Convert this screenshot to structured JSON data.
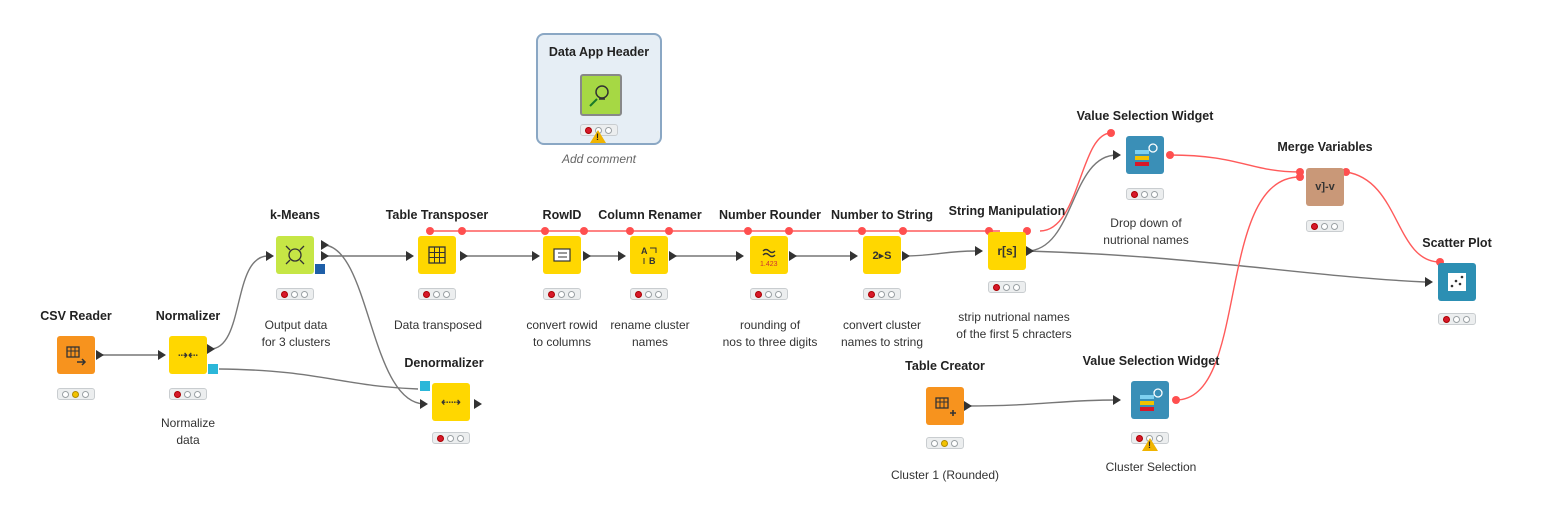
{
  "header_node": {
    "title": "Data App Header",
    "comment": "Add comment"
  },
  "nodes": {
    "csv_reader": {
      "title": "CSV Reader",
      "label": ""
    },
    "normalizer": {
      "title": "Normalizer",
      "label_line1": "Normalize",
      "label_line2": "data"
    },
    "kmeans": {
      "title": "k-Means",
      "label_line1": "Output data",
      "label_line2": "for 3 clusters"
    },
    "denormalizer": {
      "title": "Denormalizer",
      "label": ""
    },
    "table_transposer": {
      "title": "Table Transposer",
      "label_line1": "Data transposed"
    },
    "rowid": {
      "title": "RowID",
      "label_line1": "convert rowid",
      "label_line2": "to columns"
    },
    "column_renamer": {
      "title": "Column Renamer",
      "label_line1": "rename cluster",
      "label_line2": "names"
    },
    "number_rounder": {
      "title": "Number Rounder",
      "label_line1": "rounding of",
      "label_line2": "nos to three digits"
    },
    "number_to_string": {
      "title": "Number to String",
      "label_line1": "convert cluster",
      "label_line2": "names to string"
    },
    "string_manipulation": {
      "title": "String Manipulation",
      "label_line1": "strip nutrional names",
      "label_line2": "of the first 5 chracters"
    },
    "value_selection_1": {
      "title": "Value Selection Widget",
      "label_line1": "Drop down of",
      "label_line2": "nutrional names"
    },
    "merge_variables": {
      "title": "Merge Variables",
      "label": ""
    },
    "scatter_plot": {
      "title": "Scatter Plot",
      "label": ""
    },
    "table_creator": {
      "title": "Table Creator",
      "label_line1": "Cluster 1 (Rounded)"
    },
    "value_selection_2": {
      "title": "Value Selection Widget",
      "label_line1": "Cluster Selection"
    }
  },
  "icons": {
    "csv_reader": "table-read-icon",
    "normalizer": "normalize-icon",
    "kmeans": "cluster-icon",
    "denormalizer": "denormalize-icon",
    "table_transposer": "grid-icon",
    "rowid": "rowid-icon",
    "column_renamer": "rename-icon",
    "number_rounder": "round-icon",
    "number_to_string": "convert-icon",
    "string_manipulation": "string-icon",
    "value_selection": "widget-icon",
    "merge_variables": "merge-icon",
    "scatter_plot": "scatter-icon",
    "table_creator": "table-create-icon",
    "header": "lightbulb-icon"
  },
  "glyphs": {
    "rounder_sample": "1.423",
    "to_string": "2▸S",
    "string_manip": "r[s]",
    "merge": "v]-v"
  },
  "colors": {
    "source": "#f7931e",
    "manipulator": "#ffd700",
    "learner": "#c6e645",
    "widget": "#3a8fb7",
    "view": "#2c8fb3",
    "variable": "#c99878",
    "flow_variable_wire": "#ff5a5a",
    "data_wire": "#777777",
    "header_icon": "#a6d844"
  }
}
